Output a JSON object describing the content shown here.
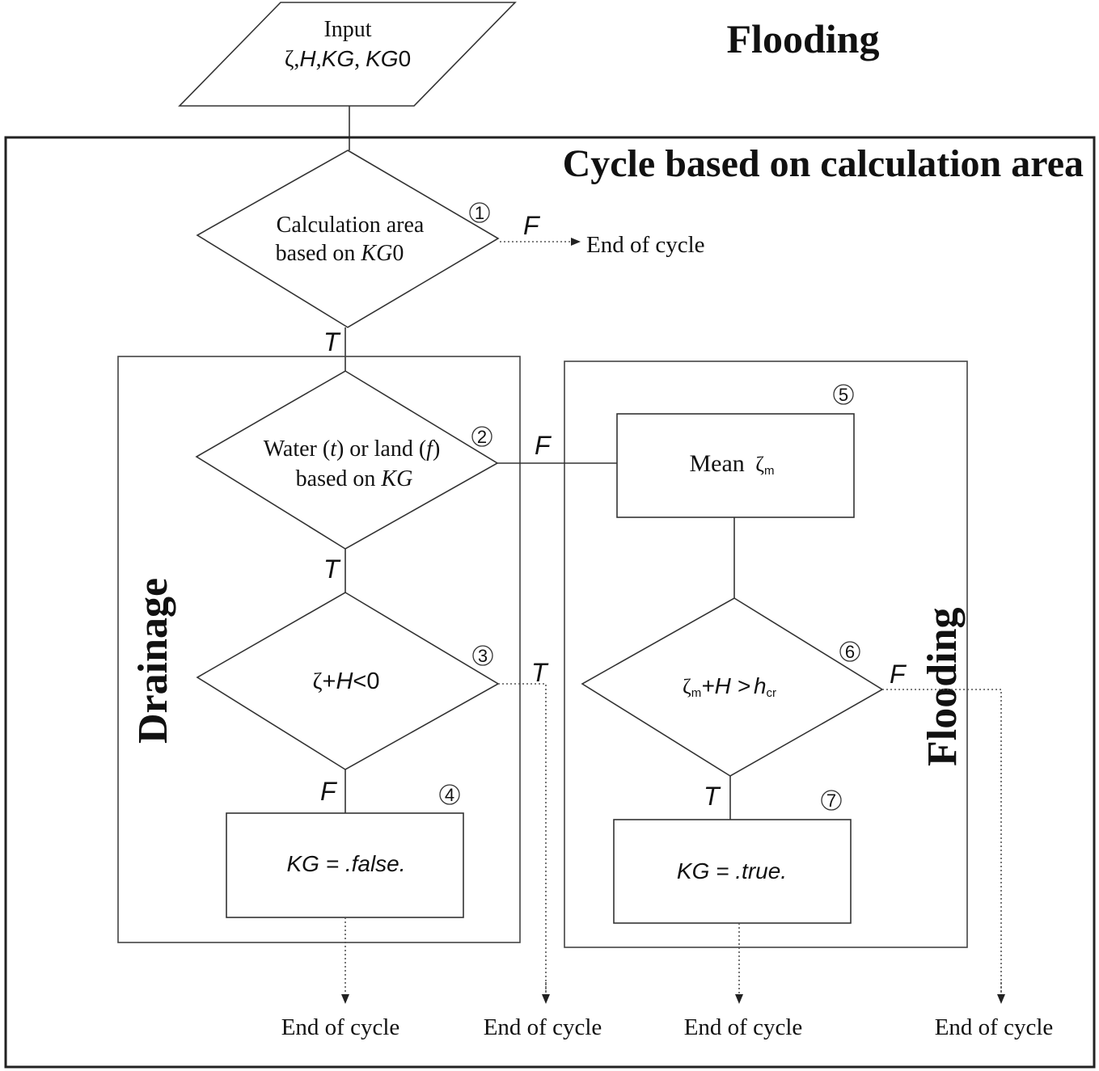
{
  "title": "Flooding",
  "cycle_title": "Cycle based on calculation area",
  "input": {
    "label": "Input",
    "vars": [
      "ζ",
      "H",
      "KG",
      "KG",
      "0"
    ]
  },
  "steps": [
    {
      "id": "1",
      "line1": "Calculation area",
      "line2_plain": "based on ",
      "line2_italic": "KG",
      "line2_tail": "0"
    },
    {
      "id": "2",
      "line1_a": "Water (",
      "line1_t": "t",
      "line1_b": ") or land (",
      "line1_f": "f",
      "line1_c": ")",
      "line2_plain": "based on ",
      "line2_italic": "KG"
    },
    {
      "id": "3",
      "zeta": "ζ",
      "plus": "+",
      "H": "H",
      "rest": "<0"
    },
    {
      "id": "4",
      "text": "KG = .false."
    },
    {
      "id": "5",
      "text": "Mean ",
      "zeta": "ζ",
      "sub": "m"
    },
    {
      "id": "6",
      "zeta": "ζ",
      "sub": "m",
      "plusH": "+H >",
      "h": "h",
      "hsub": "cr"
    },
    {
      "id": "7",
      "text": "KG = .true."
    }
  ],
  "branches": {
    "true": "T",
    "false": "F"
  },
  "sections": {
    "drainage": "Drainage",
    "flooding": "Flooding"
  },
  "end_label": "End of cycle"
}
